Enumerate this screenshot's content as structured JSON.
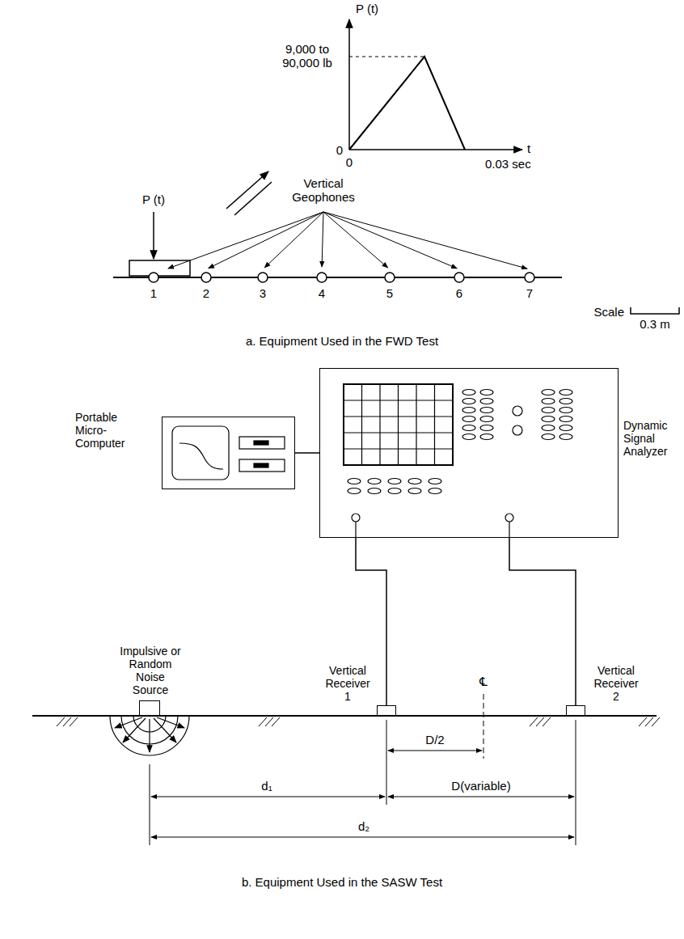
{
  "diagram": {
    "nodes": [
      {
        "text": [
          "Portable Micro-Computer"
        ]
      },
      {
        "text": [
          "Dynamic Signal Analyzer"
        ]
      },
      {
        "text": [
          "Impulsive or Random Noise Source"
        ]
      },
      {
        "text": [
          "Vertical Receiver 1"
        ]
      },
      {
        "text": [
          "Vertical Receiver 2"
        ]
      }
    ],
    "edges": [
      {
        "from": 0,
        "to": 1,
        "arrow": "none"
      },
      {
        "from": 1,
        "to": 3,
        "arrow": "none"
      },
      {
        "from": 1,
        "to": 4,
        "arrow": "none"
      }
    ],
    "labels": [
      "P (t)",
      "9,000 to 90,000 lb",
      "0",
      "0",
      "t",
      "0.03 sec",
      "P (t)",
      "Vertical Geophones",
      "1",
      "2",
      "3",
      "4",
      "5",
      "6",
      "7",
      "Scale",
      "0.3 m",
      "a. Equipment Used in the FWD Test",
      "℄",
      "D/2",
      "d₁",
      "D(variable)",
      "d₂",
      "b. Equipment Used in the SASW Test"
    ]
  }
}
